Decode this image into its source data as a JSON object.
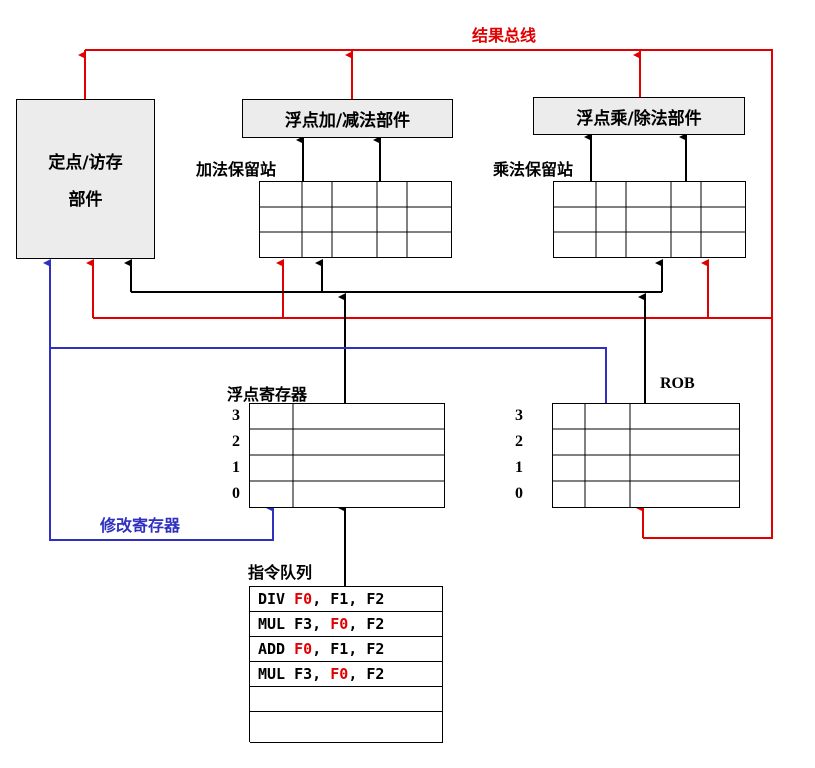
{
  "labels": {
    "result_bus": "结果总线",
    "fixed_unit_line1": "定点/访存",
    "fixed_unit_line2": "部件",
    "fp_add_unit": "浮点加/减法部件",
    "fp_mul_unit": "浮点乘/除法部件",
    "add_station": "加法保留站",
    "mul_station": "乘法保留站",
    "fp_registers": "浮点寄存器",
    "rob": "ROB",
    "modify_registers": "修改寄存器",
    "instruction_queue": "指令队列"
  },
  "register_indices": [
    "3",
    "2",
    "1",
    "0"
  ],
  "instructions": [
    {
      "op": "DIV ",
      "dest": "F0",
      "mid": ", F1, F2",
      "dest_first": true
    },
    {
      "op": "MUL F3, ",
      "dest": "F0",
      "mid": ", F2",
      "dest_first": false
    },
    {
      "op": "ADD ",
      "dest": "F0",
      "mid": ", F1, F2",
      "dest_first": true
    },
    {
      "op": "MUL F3, ",
      "dest": "F0",
      "mid": ", F2",
      "dest_first": false
    },
    {
      "op": "",
      "dest": "",
      "mid": "",
      "dest_first": true
    },
    {
      "op": "",
      "dest": "",
      "mid": "",
      "dest_first": true
    }
  ],
  "colors": {
    "result_bus": "#e00000",
    "modify_bus": "#3030c0",
    "data_bus": "#000000",
    "unit_fill": "#ececec"
  }
}
